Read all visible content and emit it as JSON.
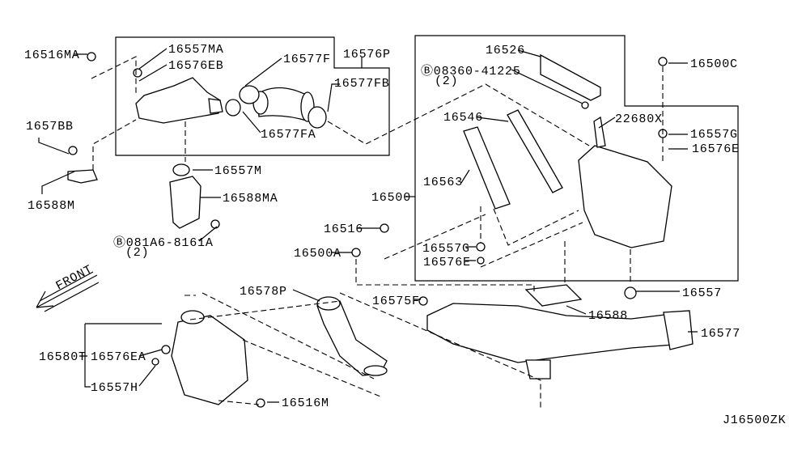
{
  "diagram_id": "J16500ZK",
  "front_label": "FRONT",
  "callouts": [
    {
      "part": "16516MA"
    },
    {
      "part": "16557MA"
    },
    {
      "part": "16576EB"
    },
    {
      "part": "16577F"
    },
    {
      "part": "16576P"
    },
    {
      "part": "16577FB"
    },
    {
      "part": "16577FA"
    },
    {
      "part": "1657BB"
    },
    {
      "part": "16588M"
    },
    {
      "part": "16557M"
    },
    {
      "part": "16588MA"
    },
    {
      "part": "Ⓑ081A6-8161A"
    },
    {
      "part": "(2)"
    },
    {
      "part": "16580T"
    },
    {
      "part": "16576EA"
    },
    {
      "part": "16557H"
    },
    {
      "part": "16516M"
    },
    {
      "part": "16578P"
    },
    {
      "part": "16500A"
    },
    {
      "part": "16516"
    },
    {
      "part": "16575F"
    },
    {
      "part": "16526"
    },
    {
      "part": "Ⓑ08360-41225"
    },
    {
      "part": "(2)"
    },
    {
      "part": "16546"
    },
    {
      "part": "16563"
    },
    {
      "part": "16500"
    },
    {
      "part": "22680X"
    },
    {
      "part": "16500C"
    },
    {
      "part": "16557G"
    },
    {
      "part": "16576E"
    },
    {
      "part": "16557G"
    },
    {
      "part": "16576E"
    },
    {
      "part": "16557"
    },
    {
      "part": "16588"
    },
    {
      "part": "16577"
    }
  ]
}
